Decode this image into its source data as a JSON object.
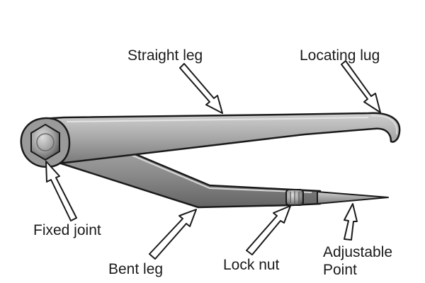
{
  "diagram": {
    "labels": {
      "straight_leg": "Straight leg",
      "locating_lug": "Locating lug",
      "fixed_joint": "Fixed joint",
      "bent_leg": "Bent leg",
      "lock_nut": "Lock nut",
      "adjustable_point_line1": "Adjustable",
      "adjustable_point_line2": "Point"
    },
    "colors": {
      "metal_light": "#b4b4b4",
      "metal_mid": "#8c8c8c",
      "metal_dark": "#5e5e5e",
      "outline": "#1a1a1a",
      "arrow_fill": "#ffffff",
      "background": "#ffffff"
    }
  }
}
